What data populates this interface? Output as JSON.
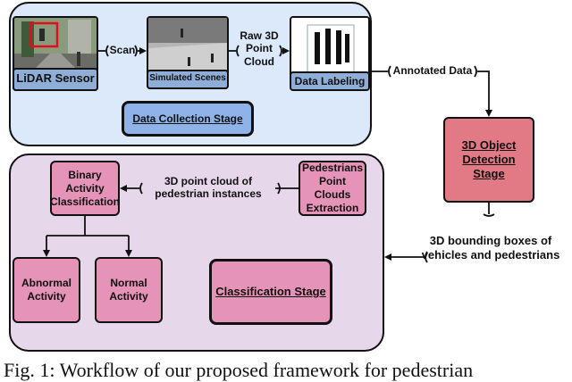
{
  "collection_stage": {
    "lidar_label": "LiDAR Sensor",
    "scan_label": "Scan",
    "scenes_label": "Simulated Scenes",
    "raw_cloud_label": "Raw 3D Point Cloud",
    "labeling_label": "Data Labeling",
    "stage_title": "Data Collection Stage",
    "fill_color": "#dbe9fb",
    "title_fill_color": "#8fb3e8"
  },
  "annotated_label": "Annotated Data",
  "detection_stage": {
    "title": "3D Object Detection Stage",
    "fill_color": "#e27a86"
  },
  "bbox_label": "3D bounding boxes of vehicles and pedestrians",
  "classification_stage": {
    "binary_label": "Binary Activity Classification",
    "cloud_label": "3D point cloud of pedestrian instances",
    "extraction_label": "Pedestrians Point Clouds Extraction",
    "abnormal_label": "Abnormal Activity",
    "normal_label": "Normal Activity",
    "stage_title": "Classification Stage",
    "fill_color": "#e6d7ea",
    "box_fill_color": "#e693b8"
  },
  "caption": "Fig. 1: Workflow of our proposed framework for pedestrian"
}
